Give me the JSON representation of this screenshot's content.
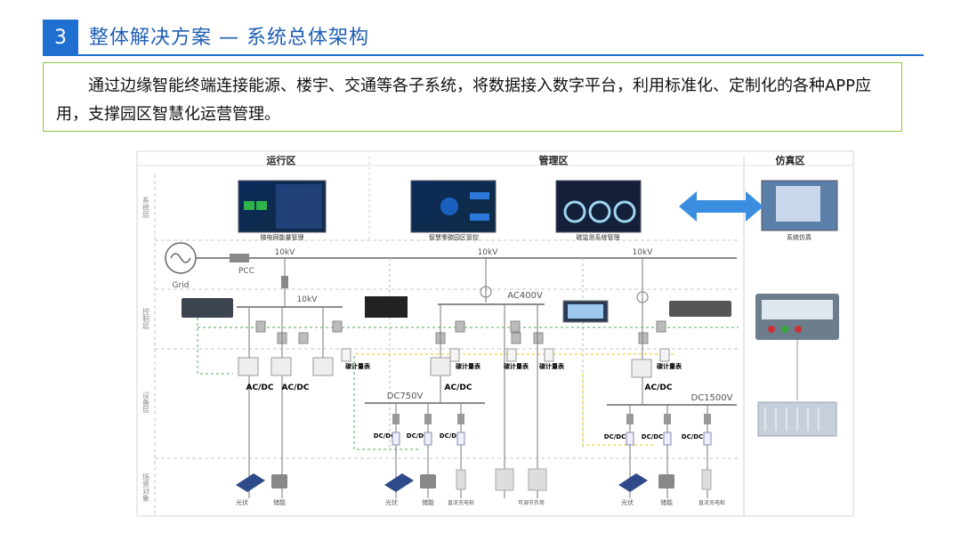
{
  "header": {
    "number": "3",
    "title": "整体解决方案 — 系统总体架构"
  },
  "intro": {
    "text": "通过边缘智能终端连接能源、楼宇、交通等各子系统，将数据接入数字平台，利用标准化、定制化的各种APP应用，支撑园区智慧化运营管理。"
  },
  "zones": {
    "run": "运行区",
    "manage": "管理区",
    "sim": "仿真区"
  },
  "layers": {
    "system": "系统层",
    "control": "控制层",
    "device": "设备层",
    "object": "场景对象"
  },
  "screens": {
    "run_caption": "微电网能量管理",
    "manage1_caption": "智慧零碳园区管控",
    "manage2_caption": "碳监测系统管理",
    "sim_caption": "系统仿真"
  },
  "grid": {
    "label": "Grid",
    "pcc": "PCC"
  },
  "voltages": {
    "kv1": "10kV",
    "kv2": "10kV",
    "kv3": "10kV",
    "kv4": "10kV",
    "ac400": "AC400V",
    "dc750": "DC750V",
    "dc1500": "DC1500V"
  },
  "converters": {
    "acdc": "AC/DC",
    "dcdc": "DC/DC",
    "meter": "碳计量表"
  },
  "objects": {
    "pv": "光伏",
    "storage": "储能",
    "charger": "直流充电桩",
    "adj_load": "可调节负荷"
  },
  "colors": {
    "brand": "#1f6fd1",
    "accent_green": "#8cc63f",
    "dash_green": "#4caf50",
    "dash_yellow": "#f2c200",
    "arrow": "#3b8de0"
  }
}
